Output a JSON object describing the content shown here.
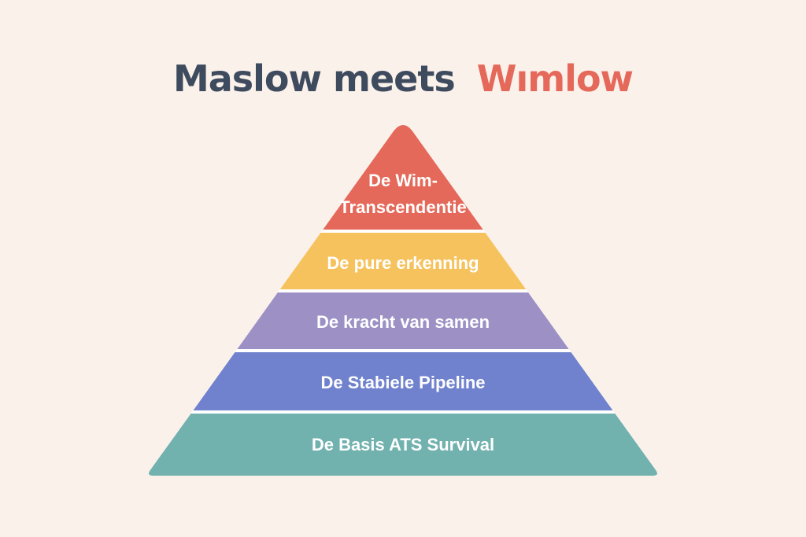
{
  "title": {
    "part1": "Maslow meets",
    "part2": "Wımlow"
  },
  "colors": {
    "background": "#FBF1EB",
    "title_dark": "#3E4B5E",
    "title_accent": "#E5695A",
    "separator": "#FFFFFF",
    "label_text": "#FFFFFF"
  },
  "pyramid": {
    "type": "pyramid-hierarchy",
    "levels": [
      {
        "label": "De Wim-Transcendentie",
        "lines": [
          "De Wim-",
          "Transcendentie"
        ],
        "color": "#E5695A"
      },
      {
        "label": "De pure erkenning",
        "lines": [
          "De pure erkenning"
        ],
        "color": "#F6C25D"
      },
      {
        "label": "De kracht van samen",
        "lines": [
          "De kracht van samen"
        ],
        "color": "#9C90C5"
      },
      {
        "label": "De Stabiele Pipeline",
        "lines": [
          "De Stabiele Pipeline"
        ],
        "color": "#7082CD"
      },
      {
        "label": "De Basis ATS Survival",
        "lines": [
          "De Basis ATS Survival"
        ],
        "color": "#71B1AE"
      }
    ]
  }
}
